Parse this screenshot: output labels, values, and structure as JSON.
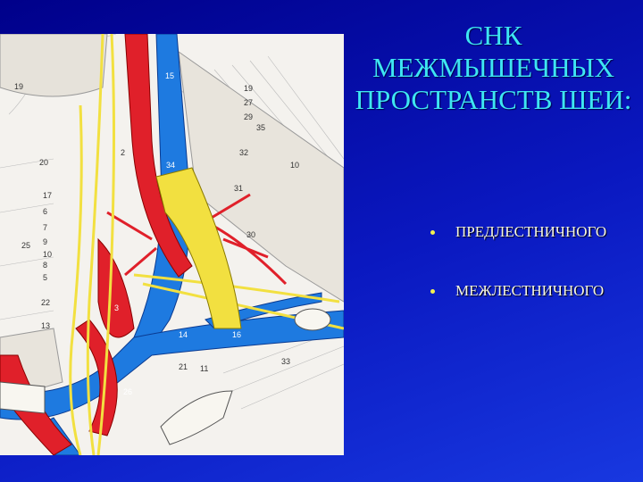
{
  "slide": {
    "title_lines": [
      "СНК",
      "МЕЖМЫШЕЧНЫХ",
      "ПРОСТРАНСТВ ШЕИ:"
    ],
    "bullets": [
      "ПРЕДЛЕСТНИЧНОГО",
      "МЕЖЛЕСТНИЧНОГО"
    ],
    "colors": {
      "background": "#0a18c0",
      "title": "#3ee6f2",
      "bullet_text": "#f6f6e0",
      "bullet_dot": "#f4f050",
      "artery": "#e0202a",
      "vein": "#1e7ae0",
      "nerve": "#f2e040"
    }
  },
  "illustration": {
    "labels": [
      "19",
      "15",
      "19",
      "27",
      "29",
      "35",
      "32",
      "10",
      "20",
      "2",
      "34",
      "31",
      "17",
      "6",
      "7",
      "9",
      "10",
      "8",
      "5",
      "25",
      "30",
      "22",
      "3",
      "13",
      "14",
      "16",
      "33",
      "21",
      "11",
      "26"
    ]
  }
}
